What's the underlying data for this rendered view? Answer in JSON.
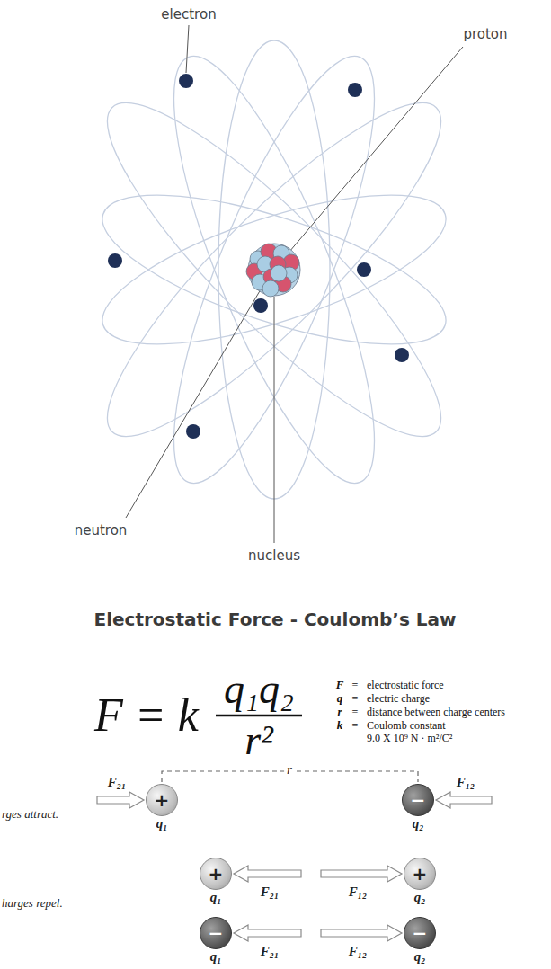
{
  "diagram": {
    "title": "Electrostatic Force - Coulomb’s Law",
    "nodes": [
      {
        "text": [
          "+",
          "q₁"
        ]
      },
      {
        "text": [
          "−",
          "q₂"
        ]
      },
      {
        "text": [
          "+",
          "q₁"
        ]
      },
      {
        "text": [
          "+",
          "q₂"
        ]
      },
      {
        "text": [
          "−",
          "q₁"
        ]
      },
      {
        "text": [
          "−",
          "q₂"
        ]
      }
    ],
    "labels": [
      "electron",
      "proton",
      "neutron",
      "nucleus",
      "F = k",
      "q₁q₂",
      "r²",
      "F",
      "=",
      "electrostatic force",
      "q",
      "=",
      "electric charge",
      "r",
      "=",
      "distance between charge centers",
      "k",
      "=",
      "Coulomb constant",
      "9.0 X 10⁹ N · m²/C²",
      "r",
      "F₂₁",
      "F₁₂",
      "rges attract.",
      "F₂₁",
      "F₁₂",
      "harges repel.",
      "F₂₁",
      "F₁₂"
    ]
  }
}
